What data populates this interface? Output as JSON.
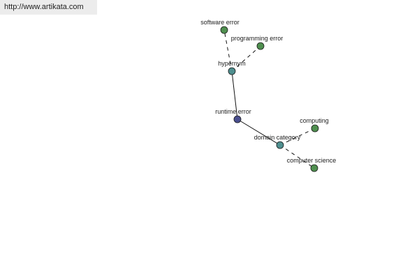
{
  "banner": {
    "url_text": "http://www.artikata.com"
  },
  "graph": {
    "nodes": [
      {
        "id": "software-error",
        "label": "software error",
        "kind": "leaf"
      },
      {
        "id": "programming-error",
        "label": "programming error",
        "kind": "leaf"
      },
      {
        "id": "hypernym",
        "label": "hypernym",
        "kind": "relation"
      },
      {
        "id": "runtime-error",
        "label": "runtime error",
        "kind": "center"
      },
      {
        "id": "domain-category",
        "label": "domain category",
        "kind": "relation"
      },
      {
        "id": "computing",
        "label": "computing",
        "kind": "leaf"
      },
      {
        "id": "computer-science",
        "label": "computer science",
        "kind": "leaf"
      }
    ],
    "edges": [
      {
        "from": "hypernym",
        "to": "software-error",
        "style": "dashed"
      },
      {
        "from": "hypernym",
        "to": "programming-error",
        "style": "dashed"
      },
      {
        "from": "runtime-error",
        "to": "hypernym",
        "style": "solid"
      },
      {
        "from": "runtime-error",
        "to": "domain-category",
        "style": "solid"
      },
      {
        "from": "domain-category",
        "to": "computing",
        "style": "dashed"
      },
      {
        "from": "domain-category",
        "to": "computer-science",
        "style": "dashed"
      }
    ],
    "colors": {
      "leaf": "#4f8f4f",
      "relation": "#4f8f8f",
      "center": "#4a4f8f",
      "edge": "#111111"
    }
  }
}
